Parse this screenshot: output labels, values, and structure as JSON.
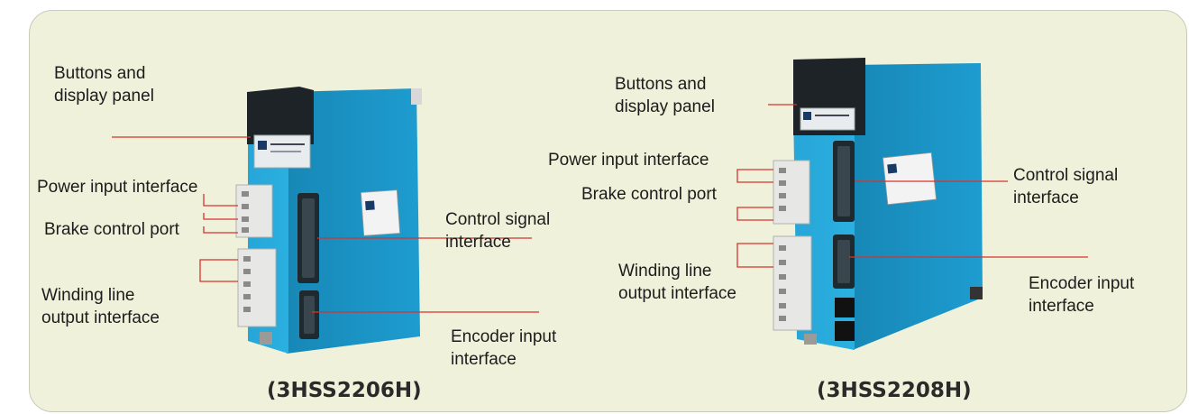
{
  "left_drive": {
    "model": "(3HSS2206H)",
    "labels": {
      "buttons_line1": "Buttons and",
      "buttons_line2": "display panel",
      "power": "Power input interface",
      "brake": "Brake control port",
      "winding_line1": "Winding line",
      "winding_line2": "output interface",
      "control_line1": "Control signal",
      "control_line2": "interface",
      "encoder_line1": "Encoder input",
      "encoder_line2": "interface"
    }
  },
  "right_drive": {
    "model": "(3HSS2208H)",
    "labels": {
      "buttons_line1": "Buttons and",
      "buttons_line2": "display panel",
      "power": "Power input interface",
      "brake": "Brake control port",
      "winding_line1": "Winding line",
      "winding_line2": "output interface",
      "control_line1": "Control signal",
      "control_line2": "interface",
      "encoder_line1": "Encoder input",
      "encoder_line2": "interface"
    }
  },
  "colors": {
    "panel_bg": "#f0f1da",
    "drive_body": "#1f9fd0",
    "drive_dark": "#1d2327",
    "callout_line": "#d6332f"
  }
}
